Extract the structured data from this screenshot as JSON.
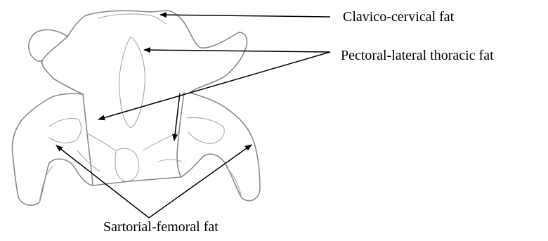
{
  "labels": {
    "clavico_cervical": "Clavico-cervical fat",
    "pectoral_lateral_thoracic": "Pectoral-lateral thoracic fat",
    "sartorial_femoral": "Sartorial-femoral fat"
  },
  "colors": {
    "outline": "#8a8a8a",
    "arrows": "#000000",
    "text": "#000000"
  }
}
